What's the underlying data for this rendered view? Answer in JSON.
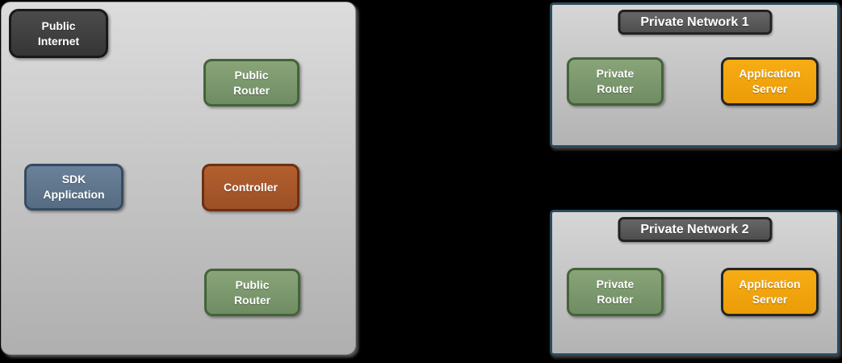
{
  "canvas": {
    "background": "#000000"
  },
  "zone_public": {
    "nodes": {
      "public_internet": {
        "label": "Public Internet"
      },
      "public_router_top": {
        "label": "Public Router"
      },
      "sdk_application": {
        "label": "SDK Application"
      },
      "controller": {
        "label": "Controller"
      },
      "public_router_bottom": {
        "label": "Public Router"
      }
    }
  },
  "private_network_1": {
    "title": "Private Network 1",
    "nodes": {
      "private_router": {
        "label": "Private Router"
      },
      "application_server": {
        "label": "Application Server"
      }
    }
  },
  "private_network_2": {
    "title": "Private Network 2",
    "nodes": {
      "private_router": {
        "label": "Private Router"
      },
      "application_server": {
        "label": "Application Server"
      }
    }
  },
  "colors": {
    "background": "#000000",
    "zone_fill_top": "#dcdcdc",
    "zone_fill_bottom": "#afafaf",
    "network_border": "#2b4a5f",
    "network_fill_top": "#d6d6d6",
    "network_fill_bottom": "#b3b3b3",
    "title_box_fill": "#585858",
    "title_box_border": "#222222",
    "node_dark_fill": "#3e3e3e",
    "node_dark_border": "#191919",
    "node_green_fill": "#7d9b6e",
    "node_green_border": "#45633a",
    "node_slate_fill": "#61788e",
    "node_slate_border": "#374b60",
    "node_rust_fill": "#a9562c",
    "node_rust_border": "#6e3013",
    "node_orange_fill": "#f2a40d",
    "node_orange_border": "#262626",
    "text": "#ffffff"
  }
}
